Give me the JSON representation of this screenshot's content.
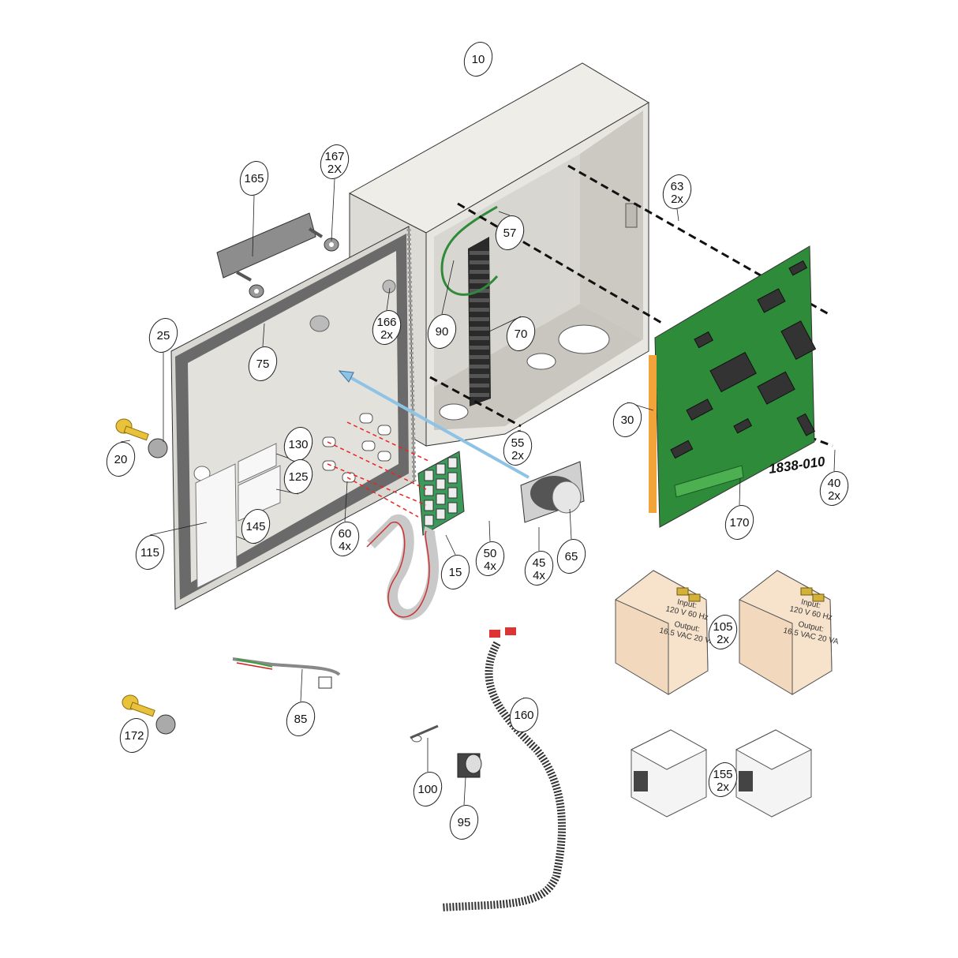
{
  "diagram": {
    "board_label": "1838-010",
    "transformer_text": {
      "input_label": "Input:",
      "input_value": "120 V 60 Hz",
      "output_label": "Output:",
      "output_value": "16.5 VAC 20 VA"
    },
    "callouts": [
      {
        "num": "10",
        "qty": ""
      },
      {
        "num": "165",
        "qty": ""
      },
      {
        "num": "167",
        "qty": "2X"
      },
      {
        "num": "63",
        "qty": "2x"
      },
      {
        "num": "57",
        "qty": ""
      },
      {
        "num": "25",
        "qty": ""
      },
      {
        "num": "166",
        "qty": "2x"
      },
      {
        "num": "90",
        "qty": ""
      },
      {
        "num": "70",
        "qty": ""
      },
      {
        "num": "75",
        "qty": ""
      },
      {
        "num": "30",
        "qty": ""
      },
      {
        "num": "130",
        "qty": ""
      },
      {
        "num": "125",
        "qty": ""
      },
      {
        "num": "20",
        "qty": ""
      },
      {
        "num": "55",
        "qty": "2x"
      },
      {
        "num": "40",
        "qty": "2x"
      },
      {
        "num": "115",
        "qty": ""
      },
      {
        "num": "145",
        "qty": ""
      },
      {
        "num": "60",
        "qty": "4x"
      },
      {
        "num": "15",
        "qty": ""
      },
      {
        "num": "50",
        "qty": "4x"
      },
      {
        "num": "45",
        "qty": "4x"
      },
      {
        "num": "65",
        "qty": ""
      },
      {
        "num": "170",
        "qty": ""
      },
      {
        "num": "105",
        "qty": "2x"
      },
      {
        "num": "85",
        "qty": ""
      },
      {
        "num": "160",
        "qty": ""
      },
      {
        "num": "172",
        "qty": ""
      },
      {
        "num": "100",
        "qty": ""
      },
      {
        "num": "95",
        "qty": ""
      },
      {
        "num": "155",
        "qty": "2x"
      }
    ],
    "colors": {
      "enclosure": "#e8e6e0",
      "door_frame": "#6f6f6f",
      "pcb": "#2e8b3a",
      "transformer": "#f2d9bd",
      "key": "#e8c23a",
      "ferrite": "#f4f4f4",
      "assembly_arrow": "#8fc3e6"
    }
  }
}
